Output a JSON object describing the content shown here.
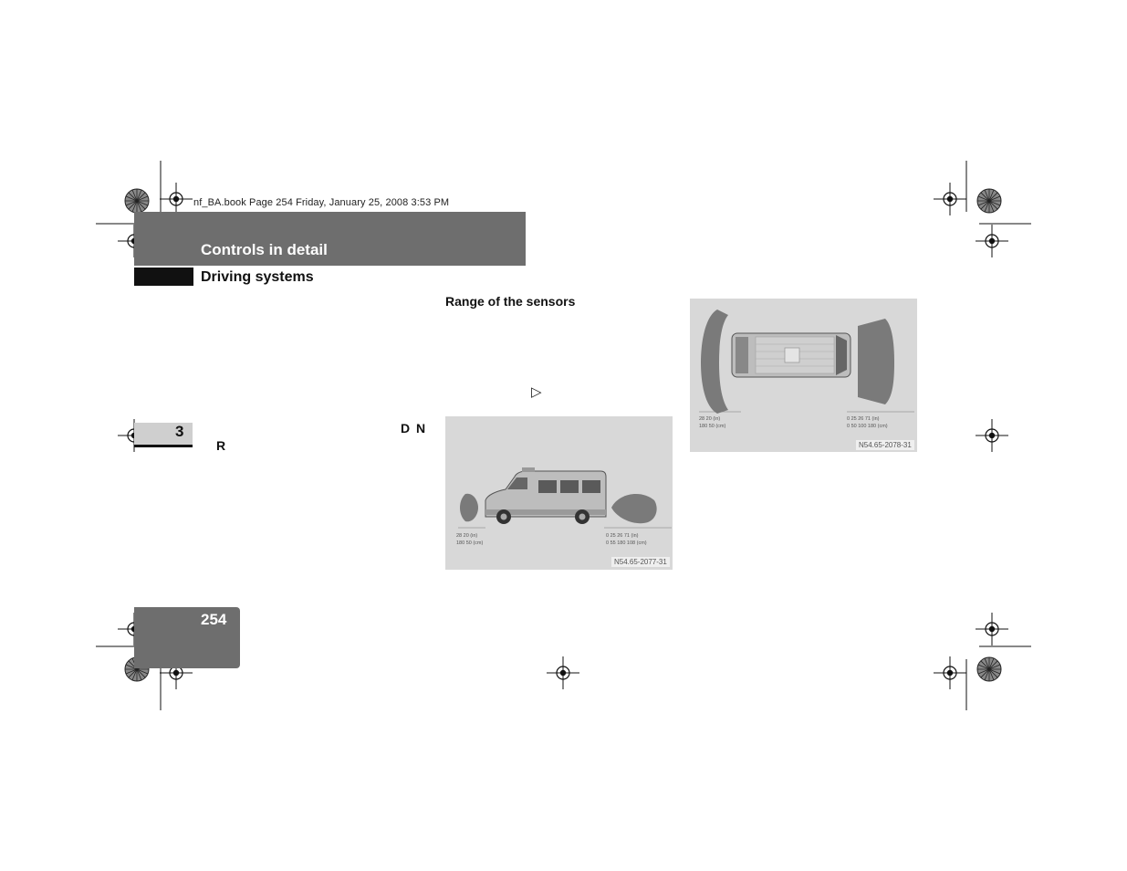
{
  "book_info": "nf_BA.book  Page 254  Friday, January 25, 2008  3:53 PM",
  "header": {
    "chapter_title": "Controls in detail",
    "section_title": "Driving systems"
  },
  "chapter_tab": {
    "number": "3"
  },
  "page_number": "254",
  "content": {
    "section_heading": "Range of the sensors",
    "gear_d": "D",
    "gear_n": "N",
    "gear_r": "R",
    "continue_arrow": "▷"
  },
  "figures": {
    "side_view": {
      "code": "N54.65-2077-31",
      "scale_left_top": "28   20   (in)",
      "scale_left_bottom": "180  50   (cm)",
      "scale_right_top": "0    25   26   71 (in)",
      "scale_right_bottom": "0    55  180  108 (cm)"
    },
    "top_view": {
      "code": "N54.65-2078-31",
      "scale_left_top": "28   20   (in)",
      "scale_left_bottom": "180  50   (cm)",
      "scale_right_top": "0    25   26   71 (in)",
      "scale_right_bottom": "0    50  100  180 (cm)"
    }
  },
  "colors": {
    "header_gray": "#6e6e6e",
    "figure_bg": "#d8d8d8",
    "sensor_zone": "#7a7a7a"
  }
}
